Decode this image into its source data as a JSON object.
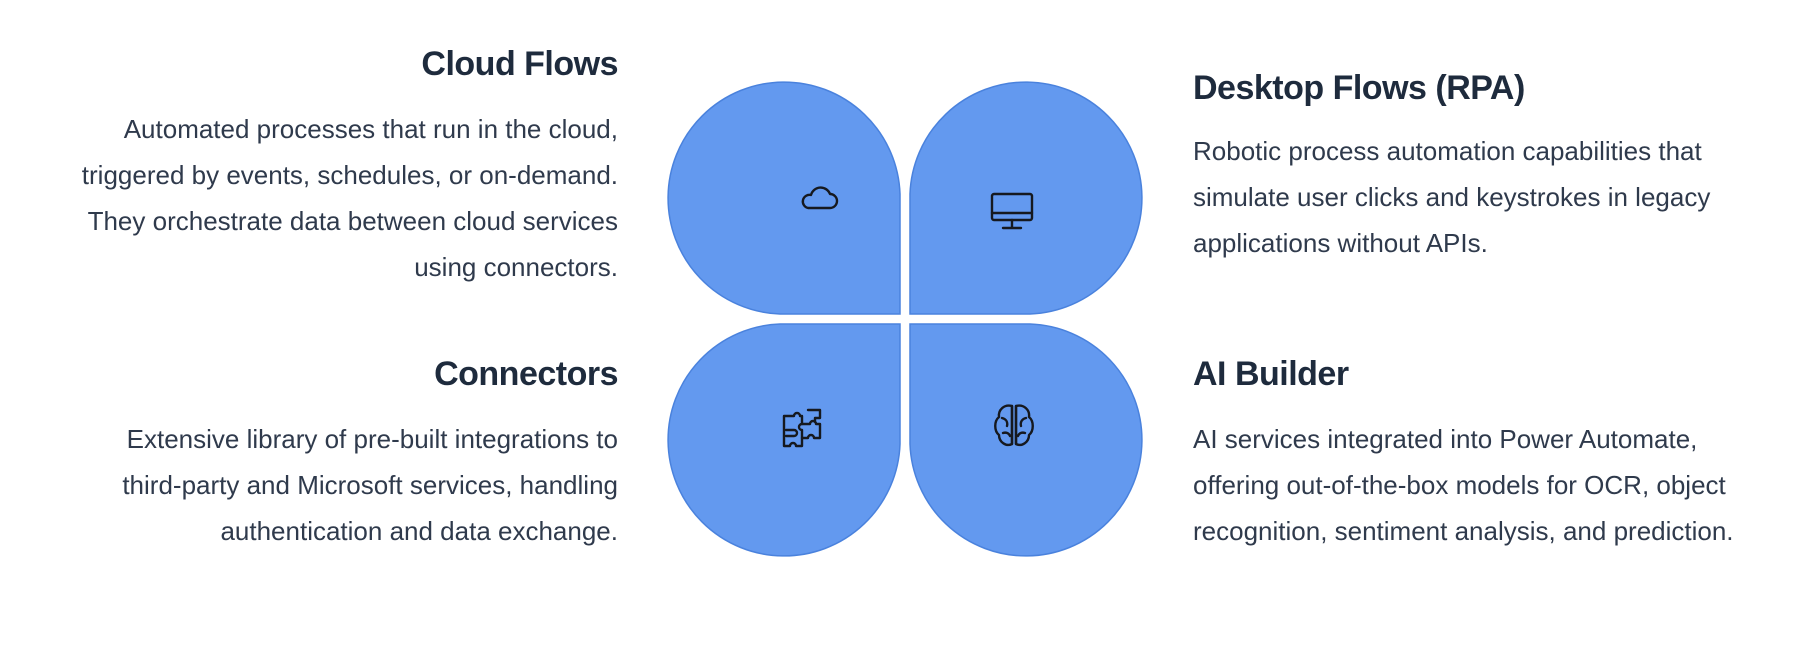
{
  "colors": {
    "petal": "#6399ef",
    "heading": "#1e2b3d",
    "body_text": "#2f3a4c",
    "icon": "#16191f",
    "background": "#ffffff"
  },
  "items": [
    {
      "title": "Cloud Flows",
      "description": "Automated processes that run in the cloud, triggered by events, schedules, or on-demand. They orchestrate data between cloud services using connectors.",
      "icon": "cloud-icon"
    },
    {
      "title": "Desktop Flows (RPA)",
      "description": "Robotic process automation capabilities that simulate user clicks and keystrokes in legacy applications without APIs.",
      "icon": "monitor-icon"
    },
    {
      "title": "Connectors",
      "description": "Extensive library of pre-built integrations to third-party and Microsoft services, handling authentication and data exchange.",
      "icon": "puzzle-icon"
    },
    {
      "title": "AI Builder",
      "description": "AI services integrated into Power Automate, offering out-of-the-box models for OCR, object recognition, sentiment analysis, and prediction.",
      "icon": "brain-icon"
    }
  ]
}
